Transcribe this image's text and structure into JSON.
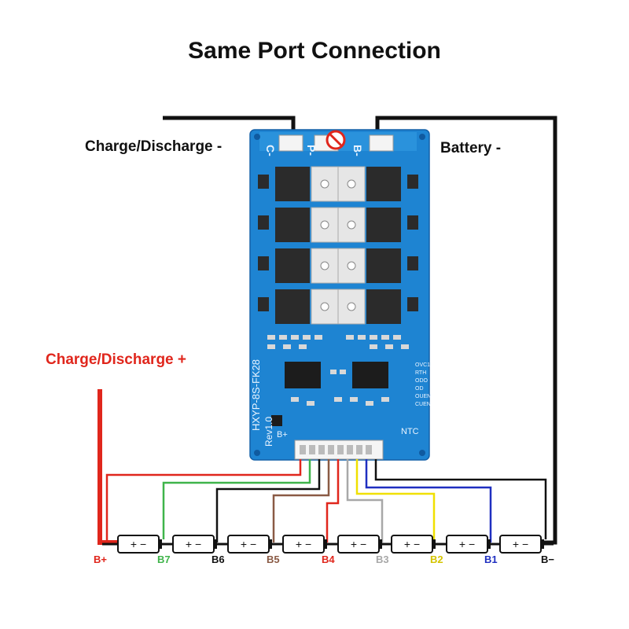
{
  "title": "Same Port Connection",
  "labels": {
    "charge_discharge_minus": "Charge/Discharge -",
    "battery_minus": "Battery -",
    "charge_discharge_plus": "Charge/Discharge +"
  },
  "board": {
    "model_text": "HXYP-8S-FK28",
    "rev_text": "Rev1.0",
    "port_c_minus": "C-",
    "port_p_minus": "P-",
    "port_b_minus": "B-",
    "b_plus_label": "B+",
    "ntc_label": "NTC",
    "status_labels": [
      "OVC1",
      "RTH",
      "ODO",
      "OD",
      "OUEN",
      "CUEN"
    ]
  },
  "cell_terminals": [
    "B+",
    "B7",
    "B6",
    "B5",
    "B4",
    "B3",
    "B2",
    "B1",
    "B−"
  ],
  "cell_symbol": "+ −",
  "colors": {
    "red": "#e0261c",
    "green": "#3fb44a",
    "black": "#111111",
    "brown": "#8a5a44",
    "gray": "#a8a8a8",
    "yellow": "#f0e000",
    "blue": "#1f2fc0",
    "board": "#1e84d2"
  }
}
